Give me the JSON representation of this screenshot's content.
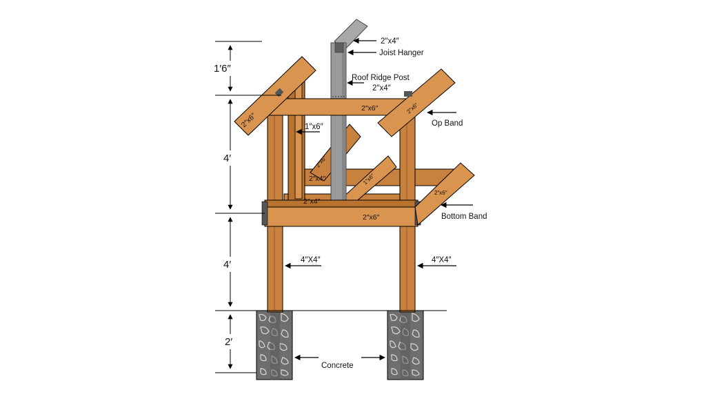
{
  "colors": {
    "wood": "#C9813F",
    "wood_light": "#D99450",
    "wood_dark": "#8A521E",
    "steel": "#9A9A9A",
    "steel_dark": "#5E5E5E",
    "concrete": "#6E6E6E",
    "line": "#000000"
  },
  "dimensions": {
    "top": "1′6″",
    "upper": "4′",
    "lower": "4′",
    "footing": "2′"
  },
  "labels": {
    "top_2x4": "2″x4″",
    "joist_hanger": "Joist Hanger",
    "ridge_post_1": "Roof Ridge Post",
    "ridge_post_2": "2″x4″",
    "op_band": "Op Band",
    "bottom_band": "Bottom Band",
    "post_left": "4″X4″",
    "post_right": "4″X4″",
    "concrete": "Concrete",
    "board_1x6": "1″x6″"
  },
  "lumber": {
    "top_beam": "2″x6″",
    "left_rafter": "2″x6″",
    "right_rafter": "2″x6″",
    "brace_upper": "2″x6″",
    "brace_right": "1″x6″",
    "mid_2x4": "2″x4″",
    "low_2x4": "2″x4″",
    "bottom_beam": "2″x6″",
    "right_rafter_low": "2″x6″"
  }
}
